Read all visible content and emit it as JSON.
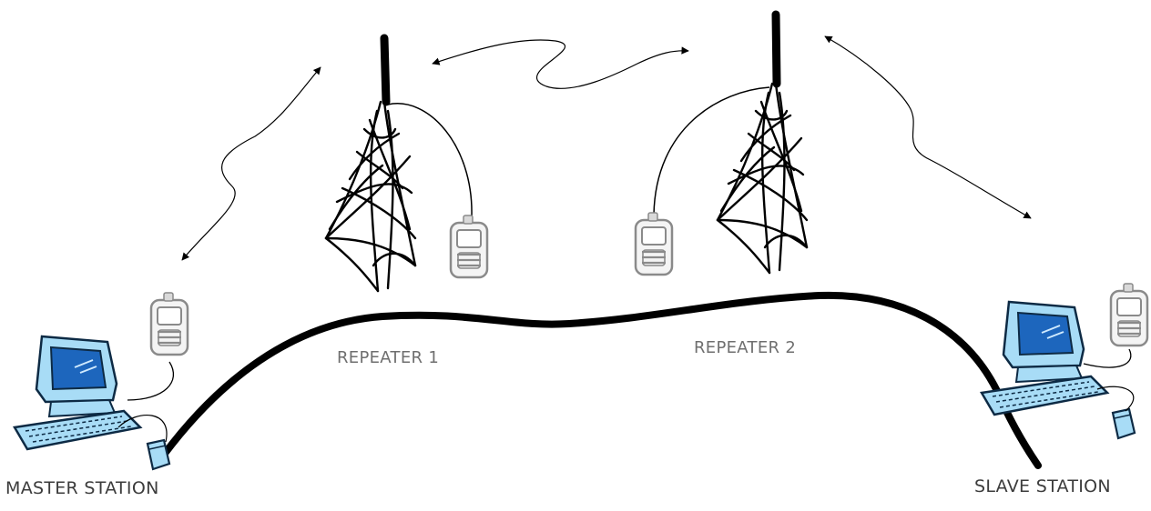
{
  "labels": {
    "master": "MASTER STATION",
    "repeater1": "REPEATER 1",
    "repeater2": "REPEATER 2",
    "slave": "SLAVE STATION"
  },
  "colors": {
    "line": "#000000",
    "monitor_blue": "#9ed8f5",
    "screen_blue": "#1f6fc4",
    "radio_gray": "#bfbfbf",
    "label_gray": "#6f6f6f"
  },
  "icons": [
    "computer-icon",
    "radio-icon",
    "tower-icon",
    "antenna-icon",
    "mouse-icon",
    "keyboard-icon"
  ]
}
